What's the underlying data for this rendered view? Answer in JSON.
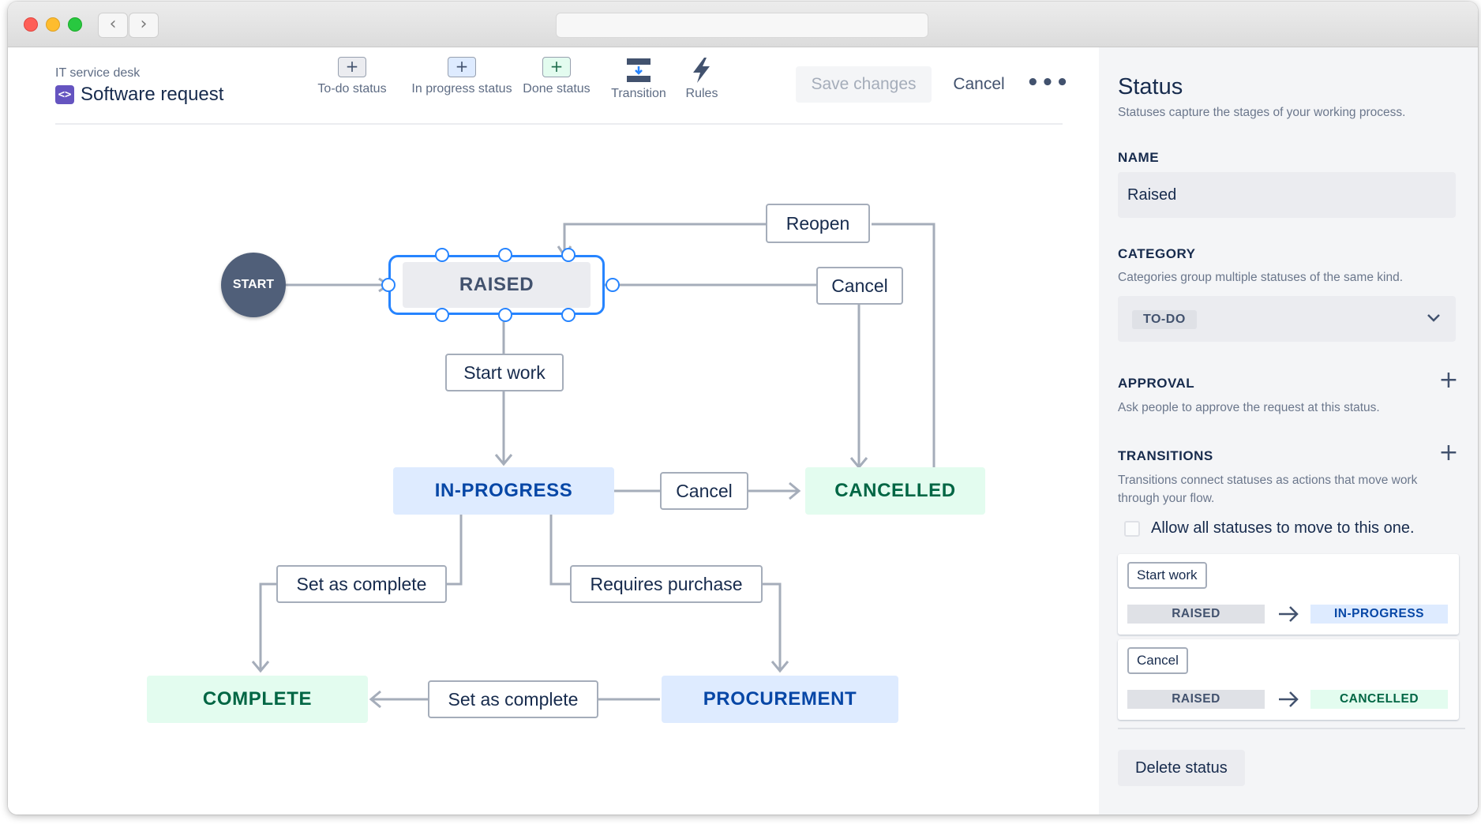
{
  "window": {
    "back_glyph": "‹",
    "forward_glyph": "›",
    "address": ""
  },
  "header": {
    "project_type": "IT service desk",
    "project_name": "Software request",
    "project_icon": "code-icon"
  },
  "toolbar": {
    "tools": [
      {
        "label": "To-do status",
        "icon": "plus-icon"
      },
      {
        "label": "In progress status",
        "icon": "plus-icon"
      },
      {
        "label": "Done status",
        "icon": "plus-icon"
      },
      {
        "label": "Transition",
        "icon": "transition-icon"
      },
      {
        "label": "Rules",
        "icon": "lightning-icon"
      }
    ],
    "plus_glyph": "+",
    "save_label": "Save changes",
    "cancel_label": "Cancel",
    "more_label": "•••"
  },
  "workflow": {
    "start_label": "START",
    "statuses": {
      "raised": "RAISED",
      "in_progress": "IN-PROGRESS",
      "cancelled": "CANCELLED",
      "complete": "COMPLETE",
      "procurement": "PROCUREMENT"
    },
    "transitions": {
      "reopen": "Reopen",
      "cancel_from_raised": "Cancel",
      "start_work": "Start work",
      "cancel_from_in_progress": "Cancel",
      "set_complete_from_in_progress": "Set as complete",
      "requires_purchase": "Requires purchase",
      "set_complete_from_procurement": "Set as complete"
    },
    "selected_status": "RAISED"
  },
  "panel": {
    "title": "Status",
    "subtitle": "Statuses capture the stages of your working process.",
    "name_label": "NAME",
    "name_value": "Raised",
    "category_label": "CATEGORY",
    "category_desc": "Categories group multiple statuses of the same kind.",
    "category_value": "TO-DO",
    "approval_label": "APPROVAL",
    "approval_desc": "Ask people to approve the request at this status.",
    "add_glyph": "+",
    "transitions_label": "TRANSITIONS",
    "transitions_desc": "Transitions connect statuses as actions that move work through your flow.",
    "allow_all_label": "Allow all statuses to move to this one.",
    "allow_all_checked": false,
    "transition_cards": [
      {
        "name": "Start work",
        "from": "RAISED",
        "to": "IN-PROGRESS"
      },
      {
        "name": "Cancel",
        "from": "RAISED",
        "to": "CANCELLED"
      }
    ],
    "delete_label": "Delete status"
  },
  "colors": {
    "accent": "#2684FF",
    "todo_bg": "#EBECF0",
    "inprogress_bg": "#DEEBFF",
    "inprogress_text": "#0747A6",
    "done_bg": "#E3FCEF",
    "done_text": "#006644",
    "connector": "#A5ADBA",
    "start_node": "#505F79"
  }
}
